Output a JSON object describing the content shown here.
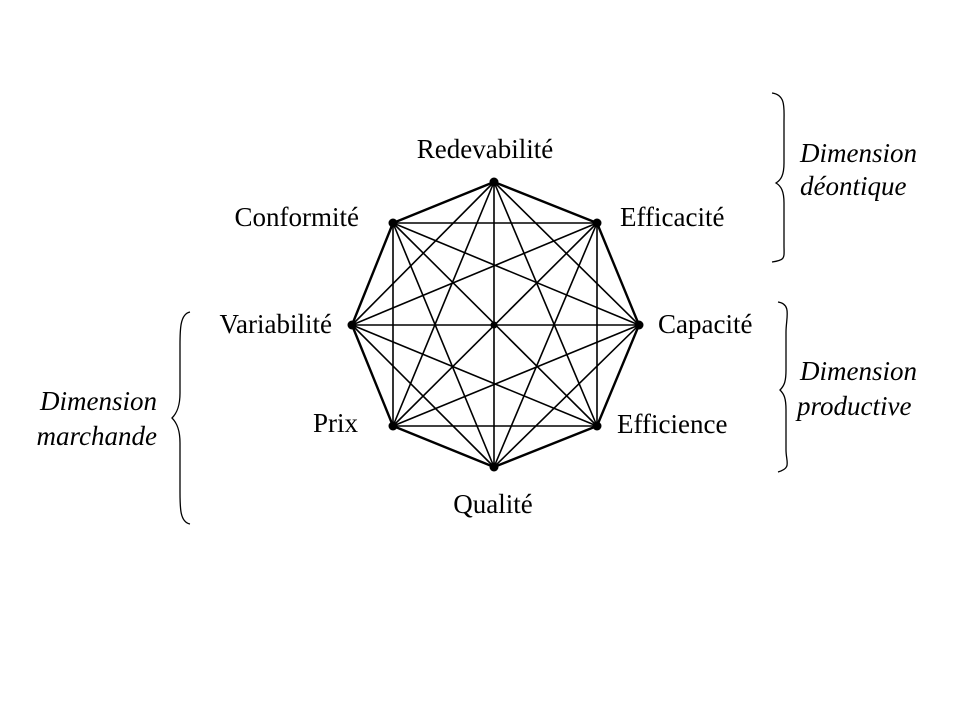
{
  "diagram": {
    "nodes": [
      {
        "id": "redevabilite",
        "label": "Redevabilité"
      },
      {
        "id": "efficacite",
        "label": "Efficacité"
      },
      {
        "id": "capacite",
        "label": "Capacité"
      },
      {
        "id": "efficience",
        "label": "Efficience"
      },
      {
        "id": "qualite",
        "label": "Qualité"
      },
      {
        "id": "prix",
        "label": "Prix"
      },
      {
        "id": "variabilite",
        "label": "Variabilité"
      },
      {
        "id": "conformite",
        "label": "Conformité"
      }
    ],
    "groups": [
      {
        "id": "deontique",
        "line1": "Dimension",
        "line2": "déontique"
      },
      {
        "id": "productive",
        "line1": "Dimension",
        "line2": "productive"
      },
      {
        "id": "marchande",
        "line1": "Dimension",
        "line2": "marchande"
      }
    ],
    "connectivity": "complete-graph",
    "colors": {
      "ink": "#000000",
      "background": "#ffffff"
    }
  }
}
